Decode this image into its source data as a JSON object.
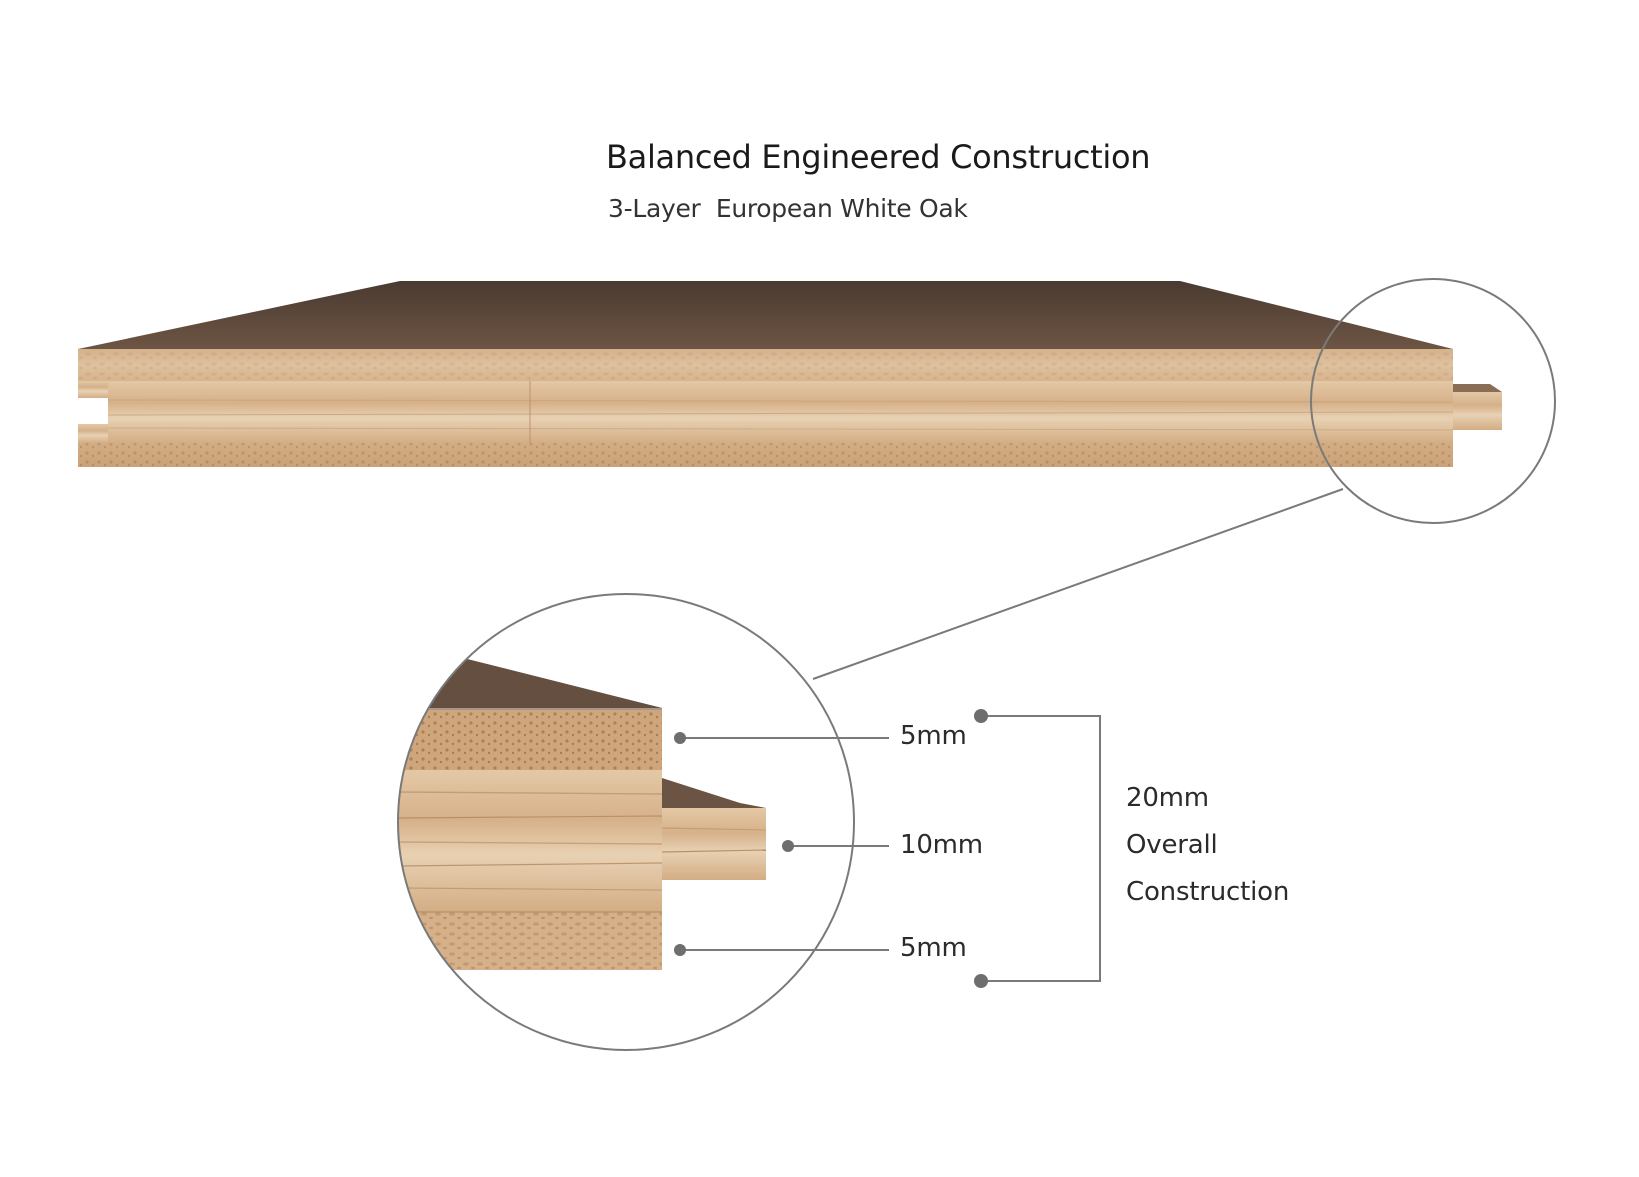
{
  "header": {
    "title": "Balanced Engineered Construction",
    "subtitle": "3-Layer  European White Oak"
  },
  "layers": [
    {
      "name": "top-wear-layer",
      "thickness_label": "5mm"
    },
    {
      "name": "core-layer",
      "thickness_label": "10mm"
    },
    {
      "name": "bottom-layer",
      "thickness_label": "5mm"
    }
  ],
  "overall": {
    "thickness_label": "20mm",
    "line1": "Overall",
    "line2": "Construction"
  },
  "colors": {
    "top_surface": "#5c4637",
    "wood_light": "#e3c6a4",
    "wood_mid": "#d7b58f",
    "end_grain": "#c89f76",
    "callout_line": "#7a7a7a",
    "marker": "#6e6e6e"
  }
}
